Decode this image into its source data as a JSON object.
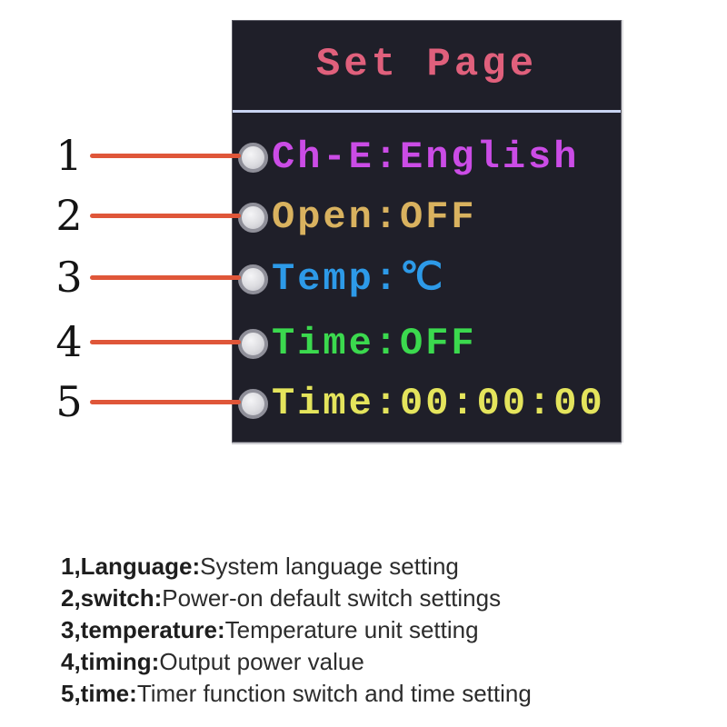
{
  "screen": {
    "title": "Set Page",
    "colors": {
      "panel_bg": "#1f1f29",
      "title": "#e0607c",
      "divider": "#c9d4f2",
      "callout_line": "#df5639"
    },
    "items": [
      {
        "number": "1",
        "text": "Ch-E:English",
        "color": "#cb4ce6"
      },
      {
        "number": "2",
        "text": "Open:OFF",
        "color": "#d9b25f"
      },
      {
        "number": "3",
        "text": "Temp:℃",
        "color": "#2d9ae8"
      },
      {
        "number": "4",
        "text": "Time:OFF",
        "color": "#3bd94e"
      },
      {
        "number": "5",
        "text": "Time:00:00:00",
        "color": "#e4e45c"
      }
    ]
  },
  "legend": {
    "entries": [
      {
        "term": "1,Language:",
        "desc": "System language setting"
      },
      {
        "term": "2,switch:",
        "desc": "Power-on default switch settings"
      },
      {
        "term": "3,temperature:",
        "desc": "Temperature unit setting"
      },
      {
        "term": "4,timing:",
        "desc": "Output power value"
      },
      {
        "term": "5,time:",
        "desc": "Timer function switch and time setting"
      }
    ]
  }
}
